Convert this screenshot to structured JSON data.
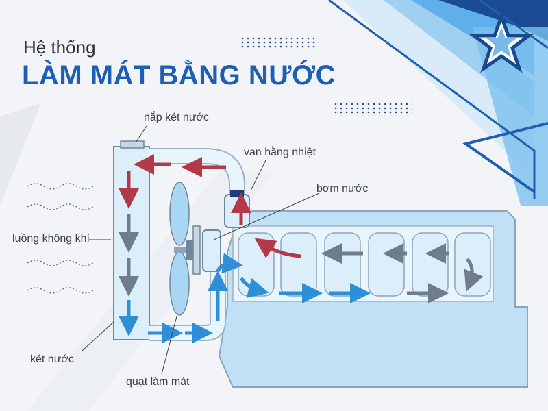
{
  "title": {
    "subtitle": "Hệ thống",
    "main": "LÀM MÁT BẰNG NƯỚC"
  },
  "labels": {
    "radiator_cap": "nắp két nước",
    "thermostat": "van hằng nhiệt",
    "water_pump": "bơm nước",
    "airflow": "luồng không khí",
    "radiator": "két nước",
    "cooling_fan": "quạt làm mát"
  },
  "colors": {
    "title_blue": "#1f5fb3",
    "dark_navy": "#174a8c",
    "light_blue": "#79b8e8",
    "coolant_hot": "#b23a48",
    "coolant_cold": "#2f8fd6",
    "block_fill": "#bfe0f5"
  },
  "icons": [
    "star-logo-icon",
    "dotted-pattern-icon"
  ]
}
